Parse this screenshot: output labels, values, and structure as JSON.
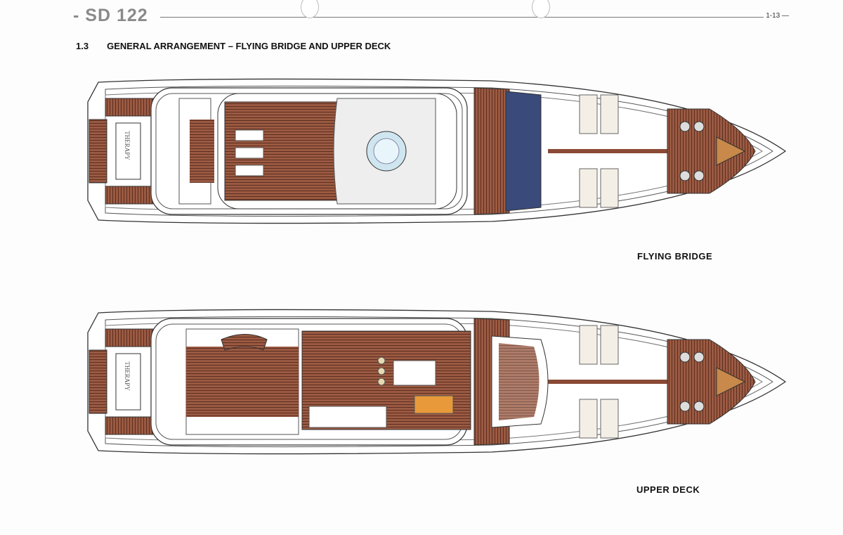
{
  "header": {
    "model": "- SD 122",
    "page_number": "1-13 —"
  },
  "section": {
    "number": "1.3",
    "title": "GENERAL  ARRANGEMENT  –  FLYING  BRIDGE AND UPPER  DECK"
  },
  "drawings": [
    {
      "label": "FLYING  BRIDGE",
      "stern_name": "THERAPY"
    },
    {
      "label": "UPPER  DECK",
      "stern_name": "THERAPY"
    }
  ],
  "colors": {
    "teak": "#8a4a35",
    "teak_light": "#b97a5a",
    "glass": "#3a4a7a",
    "cushion": "#f4efe6"
  }
}
